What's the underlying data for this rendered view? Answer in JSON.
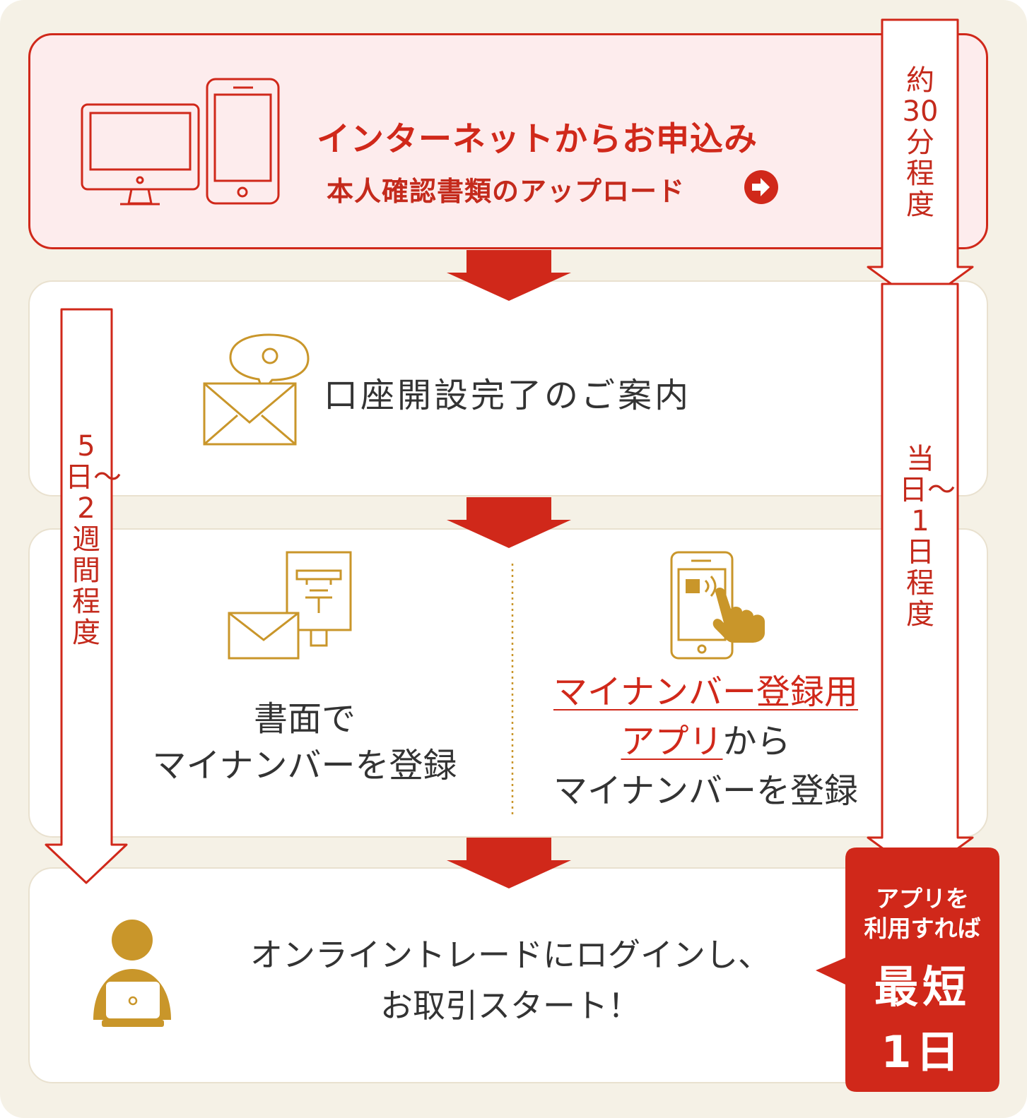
{
  "steps": {
    "apply": {
      "title": "インターネットからお申込み",
      "upload_label": "本人確認書類のアップロード",
      "arrow_icon": "arrow-right-circle-icon"
    },
    "account_opened": {
      "label": "口座開設完了のご案内"
    },
    "mynumber_paper": {
      "line1": "書面で",
      "line2": "マイナンバーを登録"
    },
    "mynumber_app": {
      "highlight1": "マイナンバー登録用",
      "highlight2": "アプリ",
      "rest2": "から",
      "line3": "マイナンバーを登録"
    },
    "start": {
      "line1": "オンライントレードにログインし、",
      "line2": "お取引スタート！"
    }
  },
  "durations": {
    "online": "約30分程度",
    "app": "当日〜1日程度",
    "paper": "5日〜2週間程度"
  },
  "badge": {
    "small": "アプリを\n利用すれば",
    "big1": "最短",
    "big2": "1日"
  },
  "colors": {
    "red": "#d0281a",
    "gold": "#c9962a",
    "background": "#f5f1e6",
    "pink_panel": "#fdeced"
  }
}
